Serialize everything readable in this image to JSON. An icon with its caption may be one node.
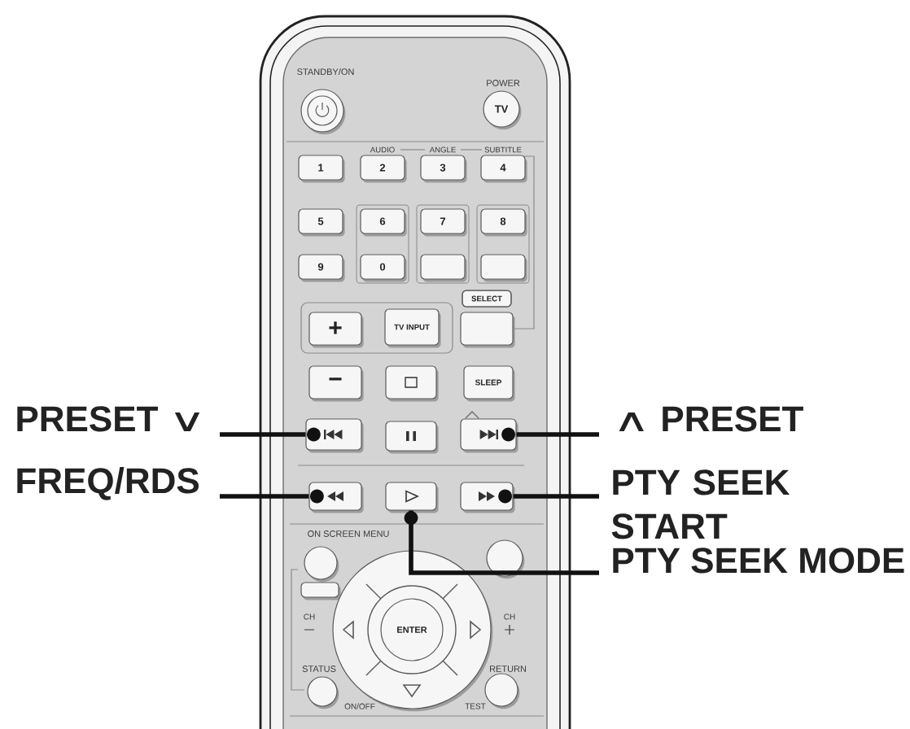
{
  "diagram": {
    "nodes": [
      {
        "text": [],
        "shape": "circle",
        "beside": [
          "STANDBY/ON"
        ]
      },
      {
        "text": [
          "TV"
        ],
        "beside": [
          "POWER"
        ]
      },
      {
        "text": [
          "1"
        ]
      },
      {
        "text": [
          "2"
        ],
        "beside": [
          "AUDIO"
        ]
      },
      {
        "text": [
          "3"
        ],
        "beside": [
          "ANGLE"
        ]
      },
      {
        "text": [
          "4"
        ],
        "beside": [
          "SUBTITLE"
        ]
      },
      {
        "text": [
          "5"
        ]
      },
      {
        "text": [
          "6"
        ]
      },
      {
        "text": [
          "7"
        ]
      },
      {
        "text": [
          "8"
        ]
      },
      {
        "text": [
          "9"
        ]
      },
      {
        "text": [
          "0"
        ]
      },
      {
        "text": [],
        "shape": "box"
      },
      {
        "text": [],
        "shape": "box"
      },
      {
        "text": [
          "SELECT"
        ]
      },
      {
        "text": [
          "+"
        ]
      },
      {
        "text": [
          "TV INPUT"
        ]
      },
      {
        "text": [],
        "shape": "box"
      },
      {
        "text": [
          "−"
        ]
      },
      {
        "text": [],
        "shape": "box"
      },
      {
        "text": [
          "SLEEP"
        ]
      },
      {
        "text": [
          "PRESET ∨"
        ]
      },
      {
        "text": [],
        "shape": "box"
      },
      {
        "text": [],
        "shape": "box"
      },
      {
        "text": [],
        "shape": "box"
      },
      {
        "text": [
          "∧ PRESET"
        ]
      },
      {
        "text": [
          "FREQ/RDS"
        ]
      },
      {
        "text": [],
        "shape": "box"
      },
      {
        "text": [],
        "shape": "box"
      },
      {
        "text": [],
        "shape": "box"
      },
      {
        "text": [
          "PTY SEEK START"
        ]
      },
      {
        "text": [],
        "shape": "circle",
        "beside": [
          "ON SCREEN MENU"
        ]
      },
      {
        "text": [],
        "shape": "circle"
      },
      {
        "text": [
          "PTY SEEK MODE"
        ]
      },
      {
        "text": [],
        "shape": "box"
      },
      {
        "text": [],
        "shape": "circle",
        "beside": [
          "CH",
          "CH"
        ]
      },
      {
        "text": [
          "ENTER"
        ],
        "in": 35
      },
      {
        "text": [],
        "shape": "circle",
        "beside": [
          "STATUS",
          "ON/OFF"
        ]
      },
      {
        "text": [],
        "shape": "circle",
        "beside": [
          "RETURN",
          "TEST"
        ]
      }
    ],
    "edges": [
      {
        "from": 21,
        "to": 22,
        "arrow": "other"
      },
      {
        "from": 25,
        "to": 24,
        "arrow": "other"
      },
      {
        "from": 26,
        "to": 27,
        "arrow": "other"
      },
      {
        "from": 30,
        "to": 29,
        "arrow": "other"
      },
      {
        "from": 33,
        "to": 28,
        "arrow": "other"
      }
    ]
  }
}
